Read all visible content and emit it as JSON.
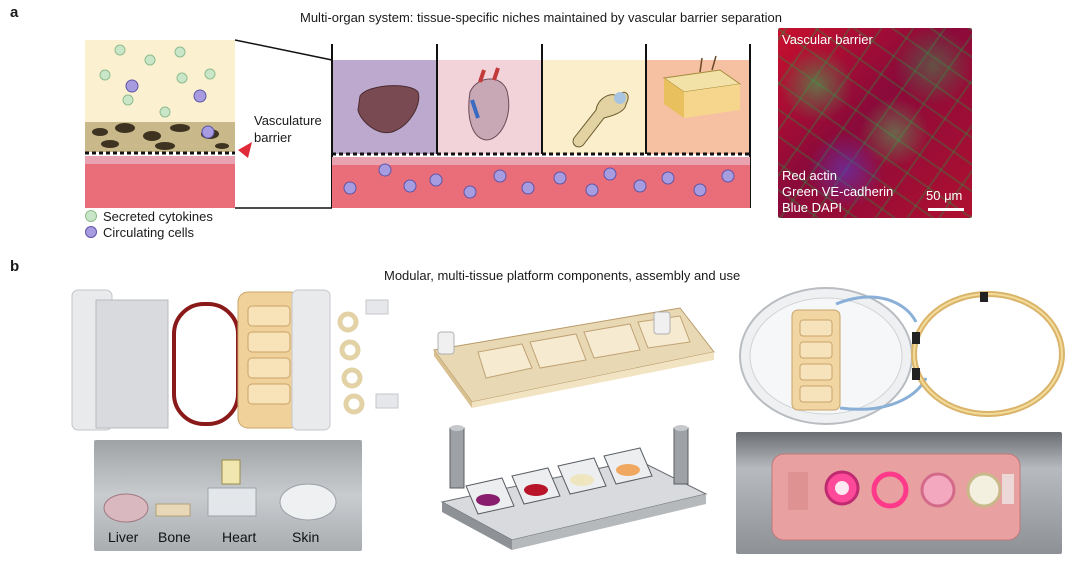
{
  "panel_a": {
    "letter": "a",
    "title": "Multi-organ system: tissue-specific niches maintained by vascular barrier separation",
    "barrier_label_line1": "Vasculature",
    "barrier_label_line2": "barrier",
    "legend": [
      {
        "label": "Secreted cytokines",
        "color": "#c9e6c8"
      },
      {
        "label": "Circulating cells",
        "color": "#8f86d0"
      }
    ],
    "micrograph": {
      "title": "Vascular barrier",
      "stain_lines": [
        "Red actin",
        "Green VE-cadherin",
        "Blue DAPI"
      ],
      "scale_bar": "50 μm"
    }
  },
  "panel_b": {
    "letter": "b",
    "title": "Modular, multi-tissue platform components, assembly and use",
    "tissue_labels": [
      "Liver",
      "Bone",
      "Heart",
      "Skin"
    ]
  }
}
